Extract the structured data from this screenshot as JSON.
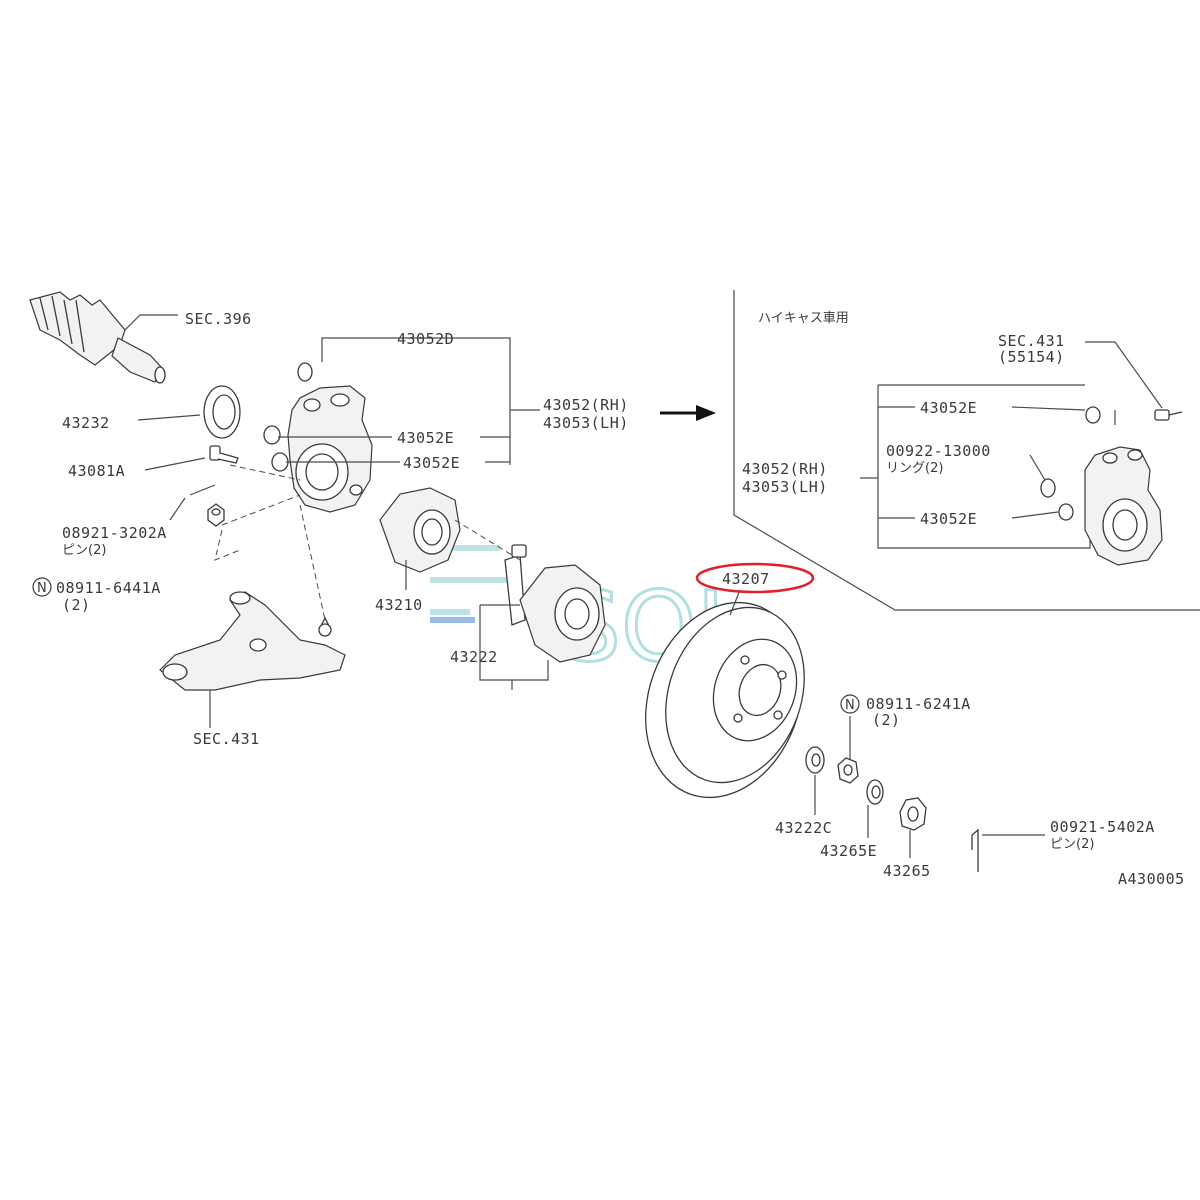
{
  "labels": {
    "sec396": "SEC.396",
    "p43232": "43232",
    "p43081a": "43081A",
    "p08921_3202a": "08921-3202A",
    "pin2_a": "ピン(2)",
    "n_mark_a": "N",
    "p08911_6441a": "08911-6441A",
    "qty2_a": "(2)",
    "p43052d": "43052D",
    "p43052e_1": "43052E",
    "p43052e_2": "43052E",
    "p43052rh": "43052(RH)",
    "p43053lh": "43053(LH)",
    "p43210": "43210",
    "p43222": "43222",
    "sec431_main": "SEC.431",
    "p43207": "43207",
    "n_mark_b": "N",
    "p08911_6241a": "08911-6241A",
    "qty2_b": "(2)",
    "p43222c": "43222C",
    "p43265e": "43265E",
    "p43265": "43265",
    "p00921_5402a": "00921-5402A",
    "pin2_b": "ピン(2)",
    "diagram_code": "A430005"
  },
  "inset": {
    "title": "ハイキャス車用",
    "sec431": "SEC.431",
    "p55154": "(55154)",
    "p43052e_1": "43052E",
    "p00922_13000": "00922-13000",
    "ring2": "リング(2)",
    "p43052rh": "43052(RH)",
    "p43053lh": "43053(LH)",
    "p43052e_2": "43052E"
  },
  "watermark": "SOL",
  "colors": {
    "highlight": "#e0202a",
    "watermark": "#9fd8dc",
    "line": "#4a4a4a"
  }
}
